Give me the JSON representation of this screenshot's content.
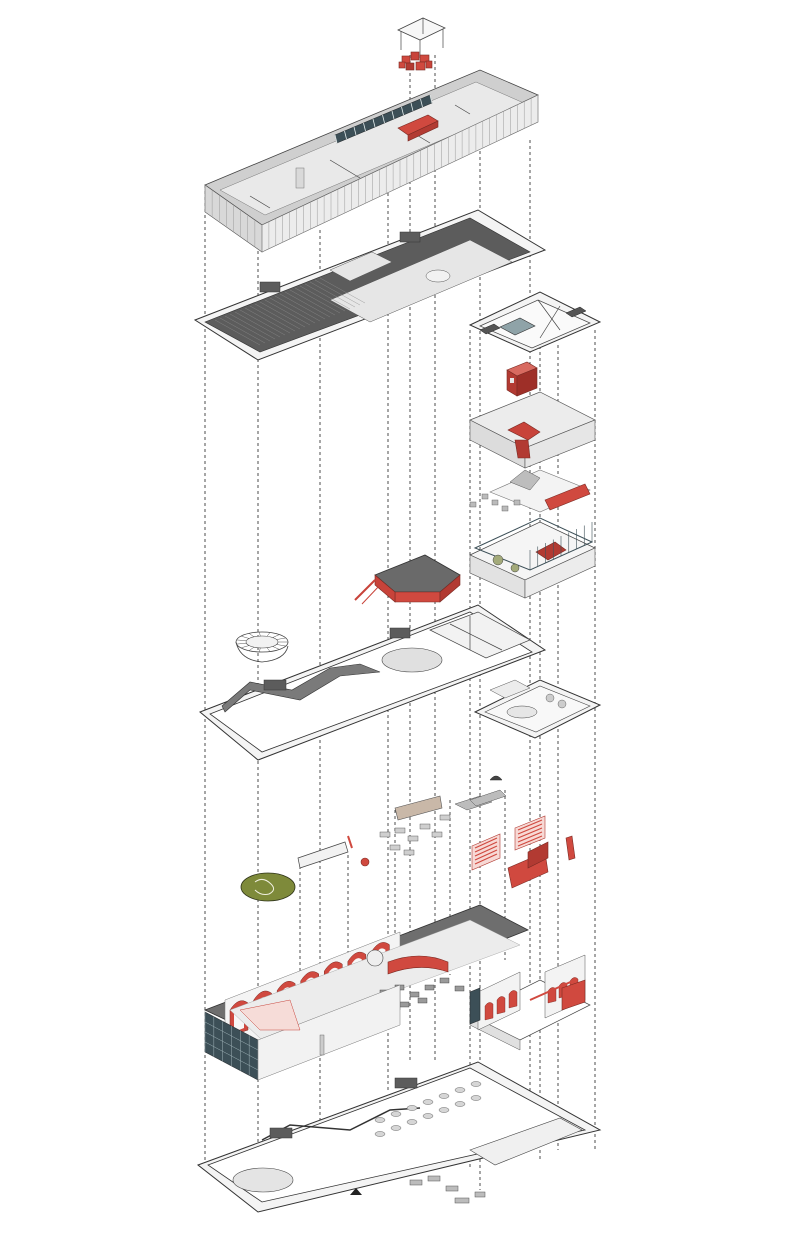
{
  "diagram": {
    "view": "exploded-axonometric",
    "colors": {
      "accent_red": "#d0493f",
      "accent_red_dark": "#b23a32",
      "floor_dark": "#6f6f6f",
      "wall_grey": "#d8d8d8",
      "plate_light": "#f4f4f4",
      "lawn_green": "#7e8a3a",
      "glass_teal": "#3c4f57",
      "guide_line": "#222222"
    },
    "layers": [
      "roof-pavilion",
      "roof-parapet-volume",
      "upper-floor-plate",
      "annex-upper-plate",
      "annex-red-cube",
      "annex-stair-volume",
      "annex-mezzanine",
      "annex-glass-room",
      "main-mezzanine-plate",
      "mezzanine-red-platform",
      "spiral-stair",
      "annex-mid-plate",
      "loose-furniture",
      "red-display-panels",
      "round-lawn-pads",
      "ground-floor-volume",
      "annex-ground-volume",
      "ground-floor-plate"
    ]
  }
}
